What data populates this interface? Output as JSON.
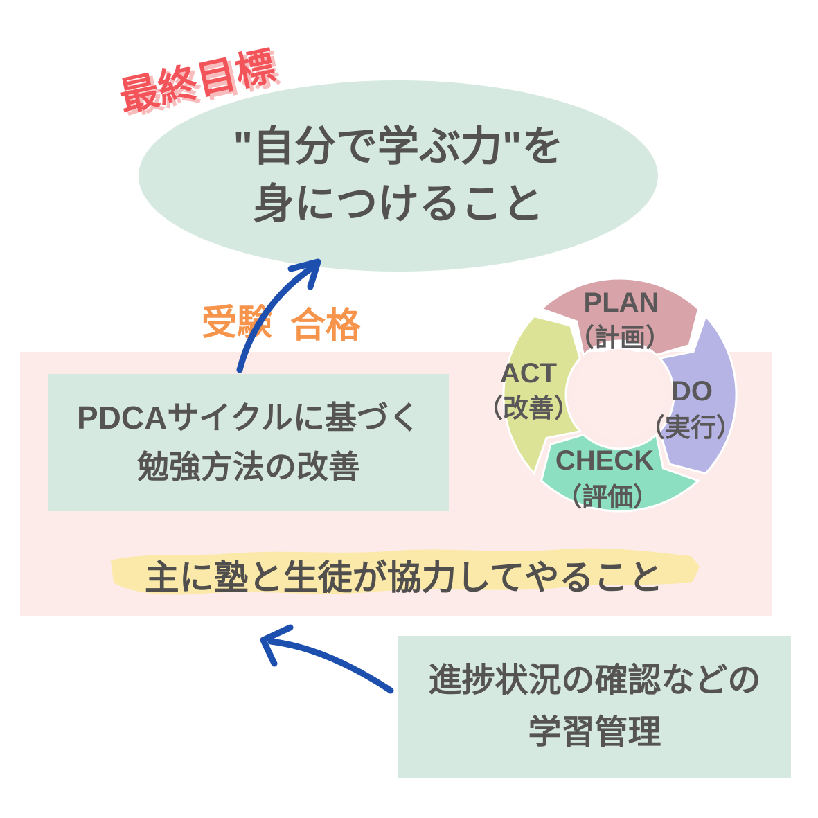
{
  "colors": {
    "mint_box": "#d5e9e0",
    "pink_panel": "#fcebe9",
    "red_badge": "#f25459",
    "red_badge_shadow": "#f9bcbd",
    "orange_label": "#f6944c",
    "blue_arrow": "#1d4fae",
    "dark_text": "#595757",
    "highlight_yellow": "#fbe9a9",
    "wheel_hole_pink": "#fdecea"
  },
  "goal": {
    "badge": "最終目標",
    "line1": "\"自分で学ぶ力\"を",
    "line2": "身につけること"
  },
  "transition": {
    "left_label": "受験",
    "right_label": "合格"
  },
  "pdca_box": {
    "line1": "PDCAサイクルに基づく",
    "line2": "勉強方法の改善"
  },
  "pdca_wheel": {
    "segments": [
      {
        "en": "PLAN",
        "jp": "（計画）",
        "color": "#d8a4a9"
      },
      {
        "en": "DO",
        "jp": "（実行）",
        "color": "#b6b4e4"
      },
      {
        "en": "CHECK",
        "jp": "（評価）",
        "color": "#8cdfc0"
      },
      {
        "en": "ACT",
        "jp": "（改善）",
        "color": "#dce396"
      }
    ]
  },
  "collaboration": {
    "text": "主に塾と生徒が協力してやること"
  },
  "management_box": {
    "line1": "進捗状況の確認などの",
    "line2": "学習管理"
  }
}
